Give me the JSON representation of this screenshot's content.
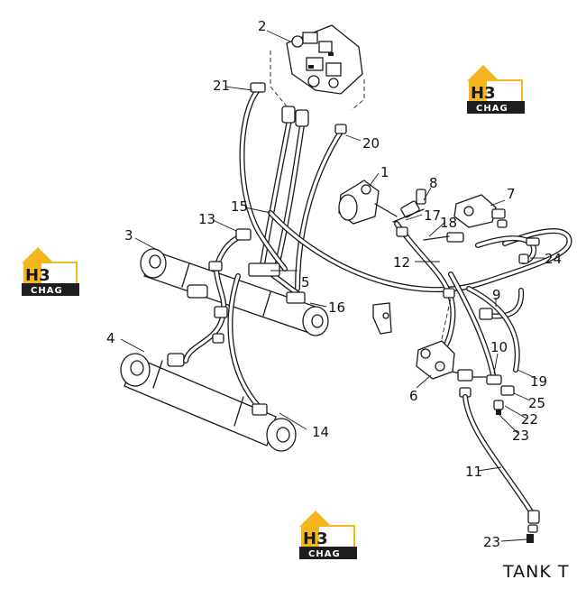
{
  "labels": {
    "l1": "1",
    "l2": "2",
    "l3": "3",
    "l4": "4",
    "l5": "5",
    "l6": "6",
    "l7": "7",
    "l8": "8",
    "l9": "9",
    "l10": "10",
    "l11": "11",
    "l12": "12",
    "l13": "13",
    "l14": "14",
    "l15": "15",
    "l16": "16",
    "l17": "17",
    "l18": "18",
    "l19": "19",
    "l20": "20",
    "l21": "21",
    "l22": "22",
    "l23a": "23",
    "l23b": "23",
    "l24": "24",
    "l25": "25"
  },
  "tank_label": "TANK T",
  "watermark": {
    "mark": "H3",
    "word": "CHAG"
  },
  "colors": {
    "ink": "#1a1a1a",
    "watermark_yellow": "#f3b61f",
    "watermark_dark": "#1e1e1e"
  }
}
